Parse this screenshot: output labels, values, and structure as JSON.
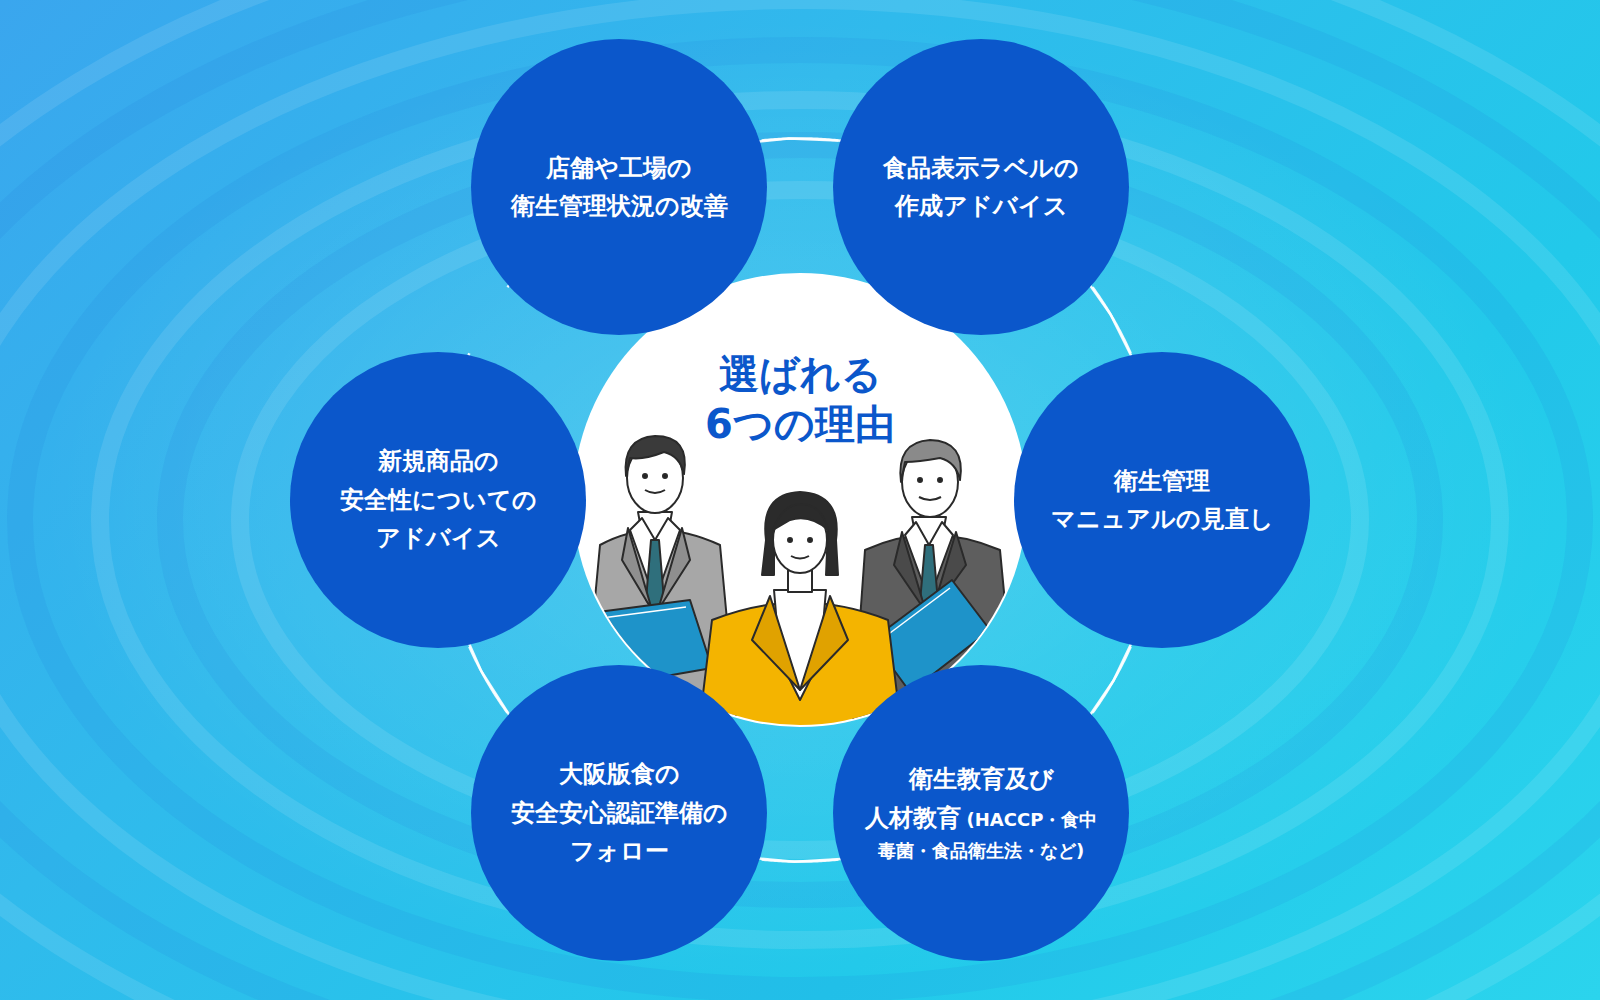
{
  "diagram": {
    "nodes": [
      {
        "text": [
          "選ばれる 6つの理由"
        ]
      },
      {
        "text": [
          "店舗や工場の 衛生管理状況の改善"
        ]
      },
      {
        "text": [
          "食品表示ラベルの 作成アドバイス"
        ]
      },
      {
        "text": [
          "新規商品の 安全性についての アドバイス"
        ]
      },
      {
        "text": [
          "衛生管理 マニュアルの見直し"
        ]
      },
      {
        "text": [
          "大阪版食の 安全安心認証準備の フォロー"
        ]
      },
      {
        "text": [
          "衛生教育及び 人材教育",
          "(HACCP・食中毒菌・食品衛生法・など)"
        ]
      }
    ],
    "edges": [
      {
        "from": 1,
        "to": 2,
        "arrow": "none"
      },
      {
        "from": 2,
        "to": 4,
        "arrow": "none"
      },
      {
        "from": 4,
        "to": 6,
        "arrow": "none"
      },
      {
        "from": 6,
        "to": 5,
        "arrow": "none"
      },
      {
        "from": 5,
        "to": 3,
        "arrow": "none"
      },
      {
        "from": 3,
        "to": 1,
        "arrow": "none"
      }
    ]
  }
}
